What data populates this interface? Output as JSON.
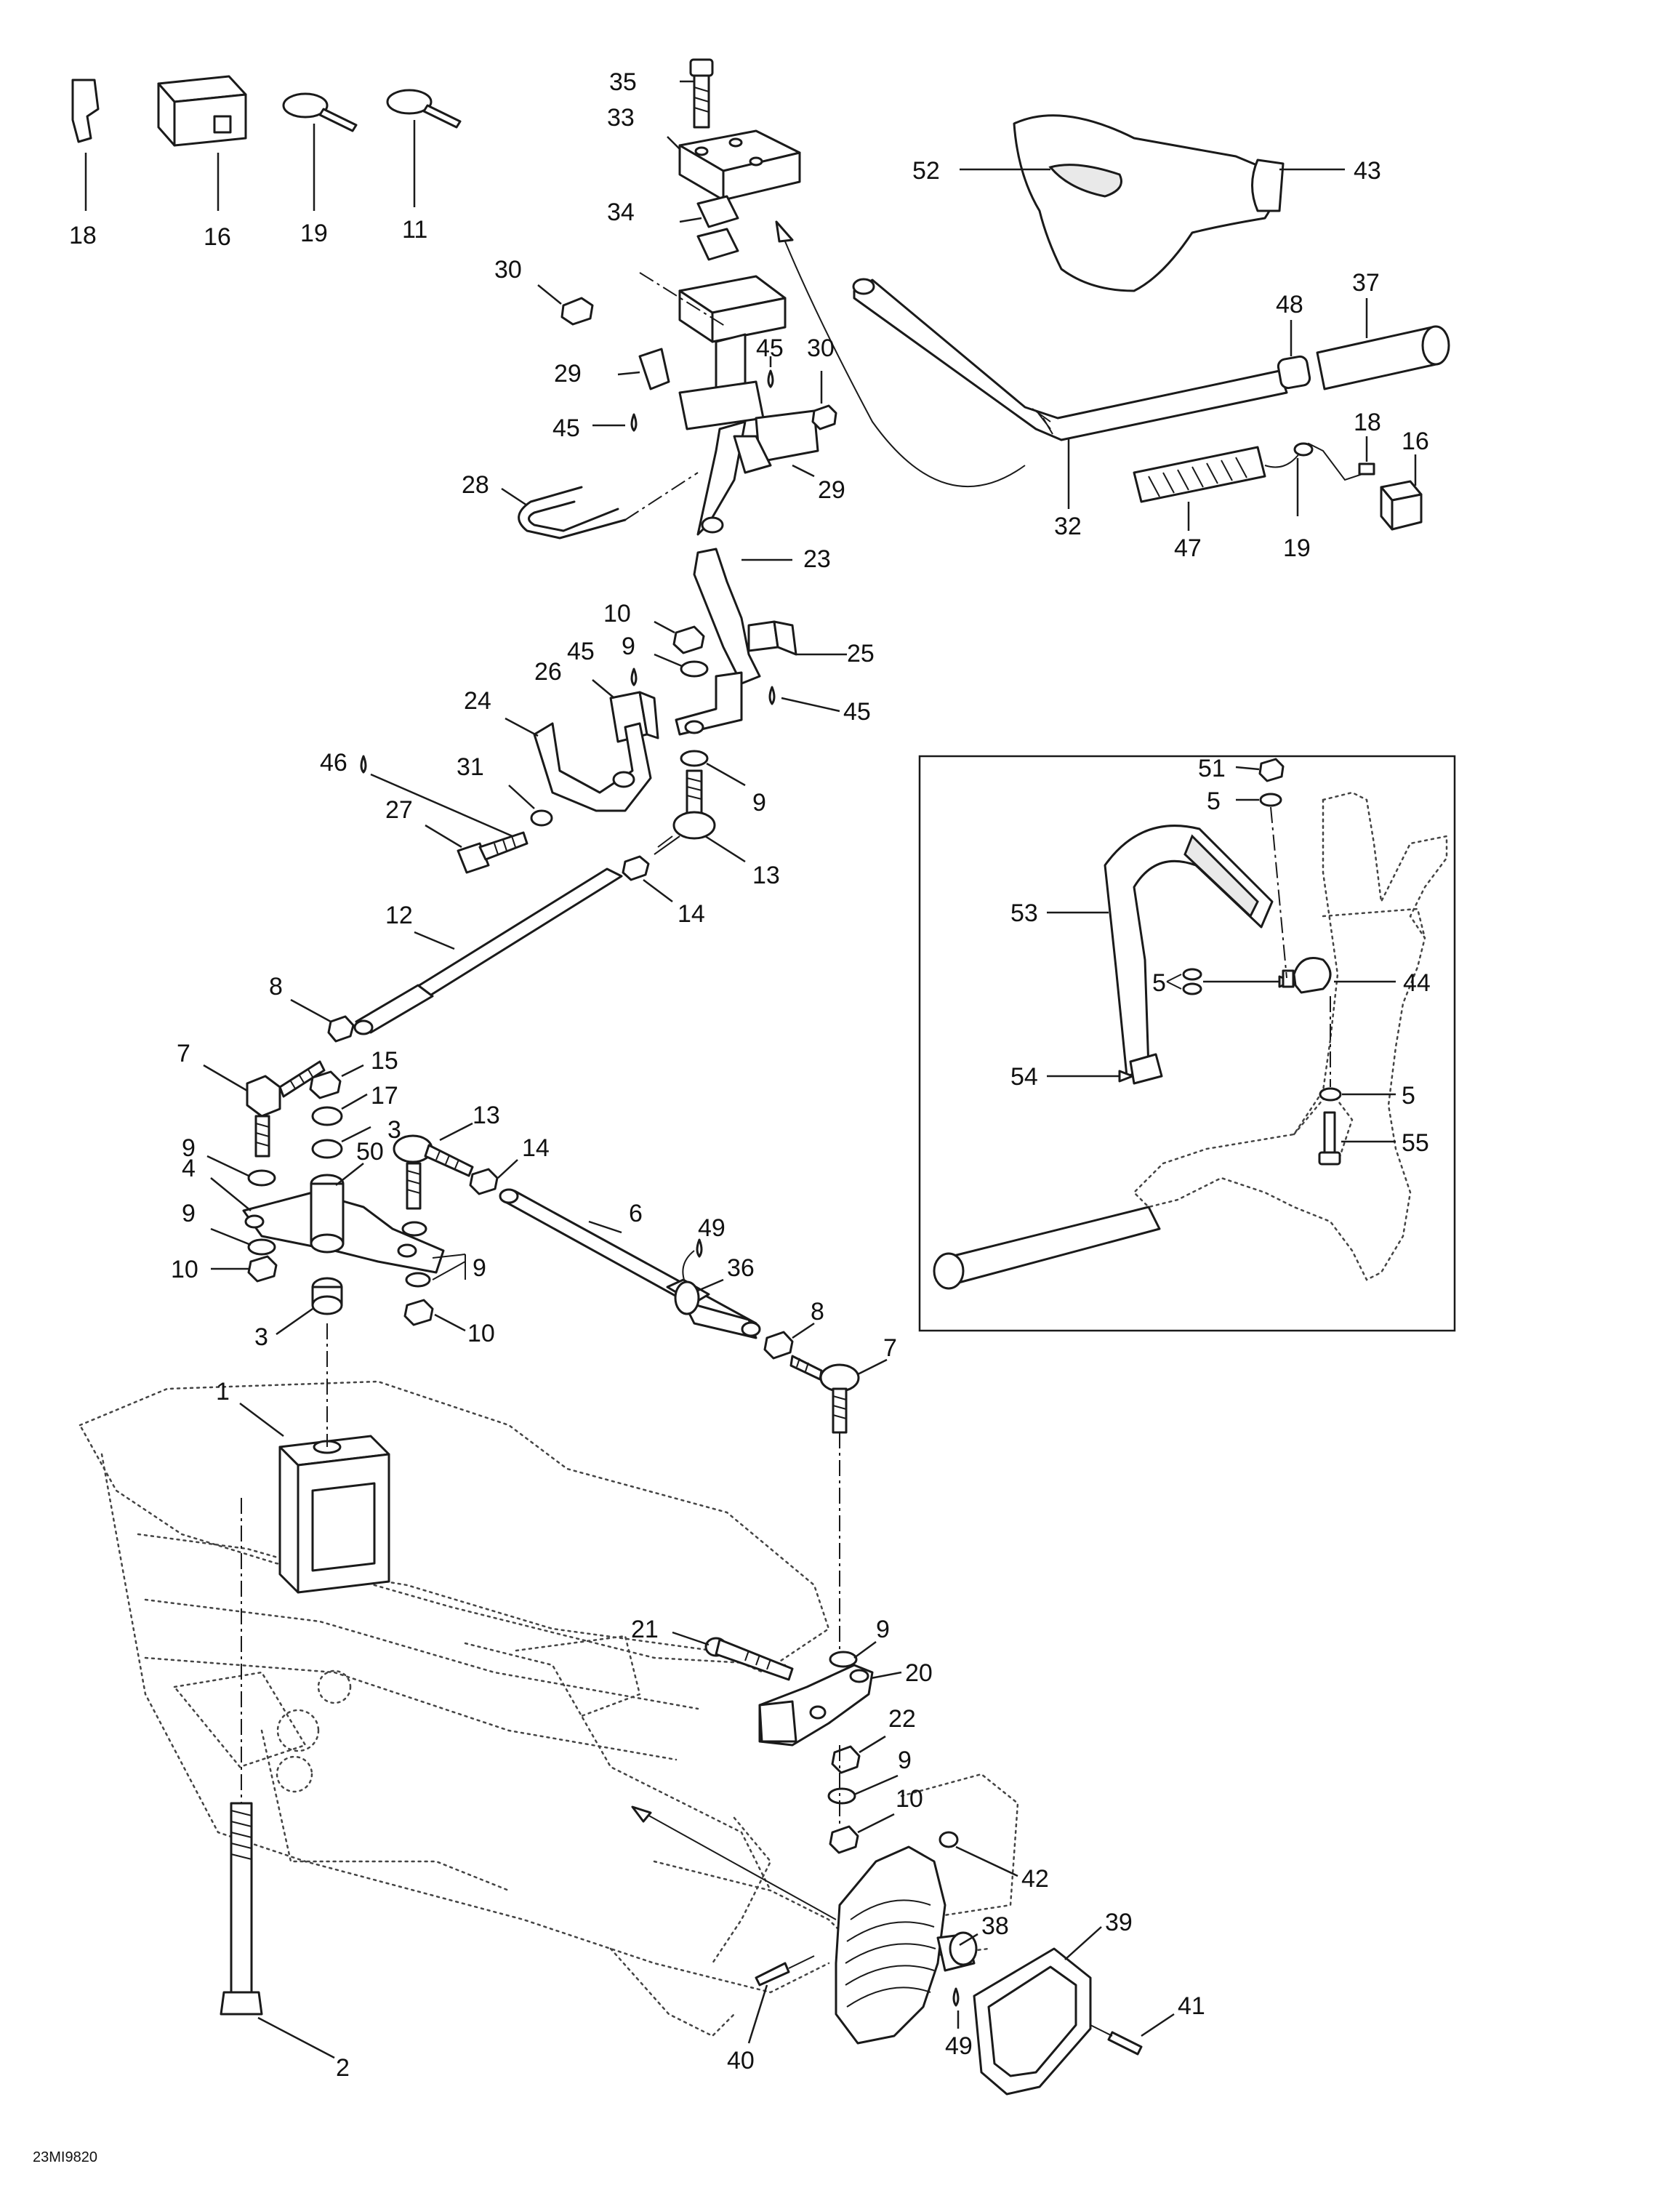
{
  "diagram": {
    "drawing_code": "23MI9820",
    "labels": [
      {
        "id": "18a",
        "text": "18"
      },
      {
        "id": "16a",
        "text": "16"
      },
      {
        "id": "19a",
        "text": "19"
      },
      {
        "id": "11",
        "text": "11"
      },
      {
        "id": "35",
        "text": "35"
      },
      {
        "id": "33",
        "text": "33"
      },
      {
        "id": "34",
        "text": "34"
      },
      {
        "id": "30a",
        "text": "30"
      },
      {
        "id": "29a",
        "text": "29"
      },
      {
        "id": "45a",
        "text": "45"
      },
      {
        "id": "45b",
        "text": "45"
      },
      {
        "id": "30b",
        "text": "30"
      },
      {
        "id": "29b",
        "text": "29"
      },
      {
        "id": "28",
        "text": "28"
      },
      {
        "id": "23",
        "text": "23"
      },
      {
        "id": "52",
        "text": "52"
      },
      {
        "id": "43",
        "text": "43"
      },
      {
        "id": "48",
        "text": "48"
      },
      {
        "id": "37",
        "text": "37"
      },
      {
        "id": "32",
        "text": "32"
      },
      {
        "id": "18b",
        "text": "18"
      },
      {
        "id": "16b",
        "text": "16"
      },
      {
        "id": "47",
        "text": "47"
      },
      {
        "id": "19b",
        "text": "19"
      },
      {
        "id": "10a",
        "text": "10"
      },
      {
        "id": "9a",
        "text": "9"
      },
      {
        "id": "45c",
        "text": "45"
      },
      {
        "id": "26",
        "text": "26"
      },
      {
        "id": "25",
        "text": "25"
      },
      {
        "id": "45d",
        "text": "45"
      },
      {
        "id": "24",
        "text": "24"
      },
      {
        "id": "46",
        "text": "46"
      },
      {
        "id": "31",
        "text": "31"
      },
      {
        "id": "9b",
        "text": "9"
      },
      {
        "id": "27",
        "text": "27"
      },
      {
        "id": "13a",
        "text": "13"
      },
      {
        "id": "12",
        "text": "12"
      },
      {
        "id": "14a",
        "text": "14"
      },
      {
        "id": "8a",
        "text": "8"
      },
      {
        "id": "7a",
        "text": "7"
      },
      {
        "id": "15",
        "text": "15"
      },
      {
        "id": "17",
        "text": "17"
      },
      {
        "id": "3a",
        "text": "3"
      },
      {
        "id": "9c",
        "text": "9"
      },
      {
        "id": "13b",
        "text": "13"
      },
      {
        "id": "14b",
        "text": "14"
      },
      {
        "id": "4",
        "text": "4"
      },
      {
        "id": "50",
        "text": "50"
      },
      {
        "id": "6",
        "text": "6"
      },
      {
        "id": "49a",
        "text": "49"
      },
      {
        "id": "9d",
        "text": "9"
      },
      {
        "id": "36",
        "text": "36"
      },
      {
        "id": "9e",
        "text": "9"
      },
      {
        "id": "10b",
        "text": "10"
      },
      {
        "id": "3b",
        "text": "3"
      },
      {
        "id": "10c",
        "text": "10"
      },
      {
        "id": "8b",
        "text": "8"
      },
      {
        "id": "7b",
        "text": "7"
      },
      {
        "id": "1",
        "text": "1"
      },
      {
        "id": "9f",
        "text": "9"
      },
      {
        "id": "21",
        "text": "21"
      },
      {
        "id": "20",
        "text": "20"
      },
      {
        "id": "22",
        "text": "22"
      },
      {
        "id": "9g",
        "text": "9"
      },
      {
        "id": "10d",
        "text": "10"
      },
      {
        "id": "42",
        "text": "42"
      },
      {
        "id": "38",
        "text": "38"
      },
      {
        "id": "39",
        "text": "39"
      },
      {
        "id": "2",
        "text": "2"
      },
      {
        "id": "41",
        "text": "41"
      },
      {
        "id": "49b",
        "text": "49"
      },
      {
        "id": "40",
        "text": "40"
      },
      {
        "id": "51",
        "text": "51"
      },
      {
        "id": "5a",
        "text": "5"
      },
      {
        "id": "53",
        "text": "53"
      },
      {
        "id": "5b",
        "text": "5"
      },
      {
        "id": "44",
        "text": "44"
      },
      {
        "id": "54",
        "text": "54"
      },
      {
        "id": "5c",
        "text": "5"
      },
      {
        "id": "55",
        "text": "55"
      }
    ]
  }
}
